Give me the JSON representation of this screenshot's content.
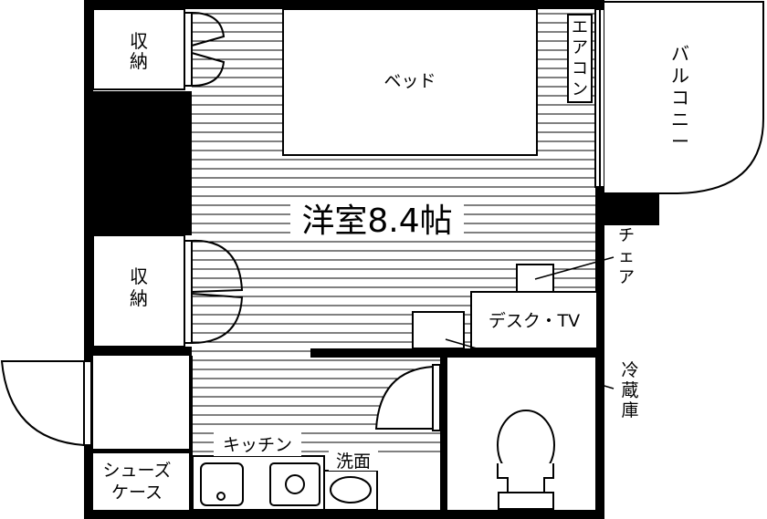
{
  "labels": {
    "storage_top": [
      "収",
      "納"
    ],
    "storage_mid": [
      "収",
      "納"
    ],
    "bed": "ベッド",
    "aircon": [
      "エ",
      "ア",
      "コ",
      "ン"
    ],
    "balcony": [
      "バ",
      "ル",
      "コ",
      "ニ",
      "ー"
    ],
    "room": "洋室8.4帖",
    "chair": [
      "チ",
      "ェ",
      "ア"
    ],
    "desk_tv": "デスク・TV",
    "fridge": [
      "冷",
      "蔵",
      "庫"
    ],
    "kitchen": "キッチン",
    "washroom": "洗面",
    "shoe_case": [
      "シューズ",
      "ケース"
    ]
  },
  "colors": {
    "wall": "#000000",
    "line": "#000000",
    "background": "#ffffff"
  }
}
